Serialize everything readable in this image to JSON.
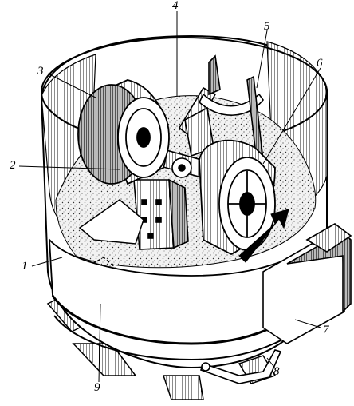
{
  "figure": {
    "subject": "mixer-mill-drawing",
    "callouts": [
      {
        "id": "c1",
        "text": "1"
      },
      {
        "id": "c2",
        "text": "2"
      },
      {
        "id": "c3",
        "text": "3"
      },
      {
        "id": "c4",
        "text": "4"
      },
      {
        "id": "c5",
        "text": "5"
      },
      {
        "id": "c6",
        "text": "6"
      },
      {
        "id": "c7",
        "text": "7"
      },
      {
        "id": "c8",
        "text": "8"
      },
      {
        "id": "c9",
        "text": "9"
      }
    ]
  },
  "colors": {
    "ink": "#000000",
    "paper": "#ffffff",
    "sand": "#e8e8e8"
  }
}
